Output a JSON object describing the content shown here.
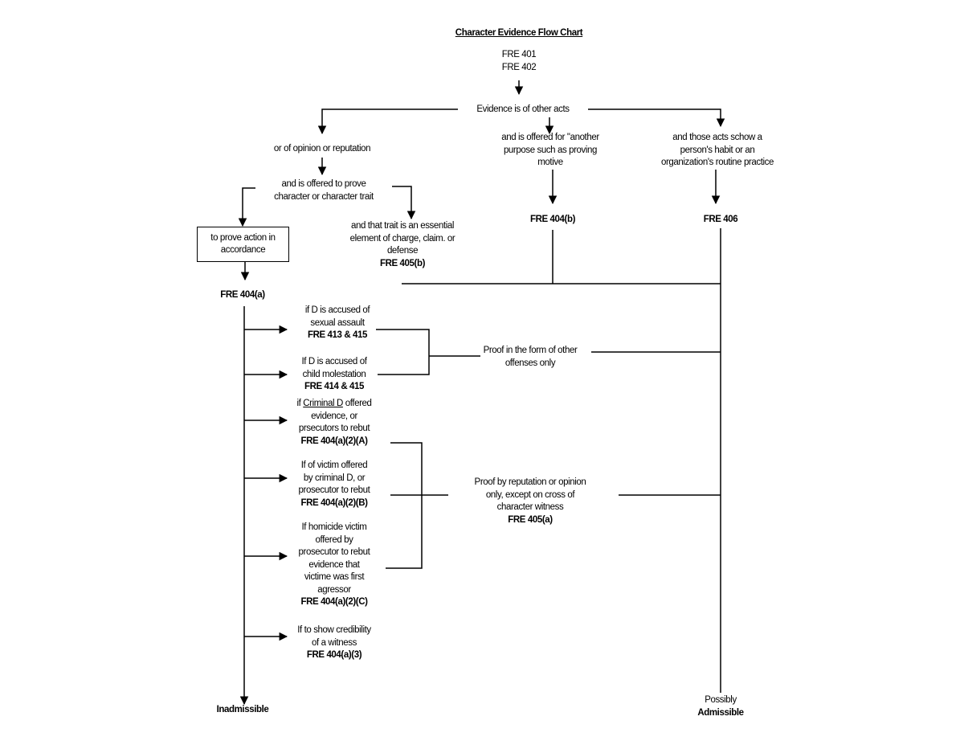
{
  "title": "Character Evidence Flow Chart",
  "start": {
    "line1": "FRE 401",
    "line2": "FRE 402"
  },
  "evidence_other_acts": "Evidence is of other acts",
  "left_branch": {
    "opinion": "or of opinion or reputation",
    "offered_prove": {
      "line1": "and is offered to prove",
      "line2": "character or character trait"
    },
    "prove_action_box": {
      "line1": "to prove action in",
      "line2": "accordance"
    },
    "essential_element": {
      "line1": "and that trait is an essential",
      "line2": "element of charge, claim. or",
      "line3": "defense",
      "rule": "FRE 405(b)"
    },
    "rule_404a": "FRE 404(a)"
  },
  "middle_branch": {
    "another_purpose": {
      "line1": "and is offered for \"another",
      "line2": "purpose such as proving",
      "line3": "motive"
    },
    "rule": "FRE 404(b)"
  },
  "right_branch": {
    "habit": {
      "line1": "and those acts schow a",
      "line2": "person's habit or an",
      "line3": "organization's routine practice"
    },
    "rule": "FRE 406"
  },
  "exceptions": [
    {
      "lines": [
        "if D is accused of",
        "sexual assault"
      ],
      "rule": "FRE 413 & 415"
    },
    {
      "lines": [
        "If D is accused of",
        "child molestation"
      ],
      "rule": "FRE 414 & 415"
    },
    {
      "prefix": "if ",
      "underlined": "Criminal D",
      "suffix": " offered",
      "lines": [
        "evidence, or",
        "prsecutors to rebut"
      ],
      "rule": "FRE 404(a)(2)(A)"
    },
    {
      "lines": [
        "If of victim offered",
        "by criminal D, or",
        "prosecutor to rebut"
      ],
      "rule": "FRE 404(a)(2)(B)"
    },
    {
      "lines": [
        "If homicide victim",
        "offered by",
        "prosecutor to rebut",
        "evidence that",
        "victime was first",
        "agressor"
      ],
      "rule": "FRE 404(a)(2)(C)"
    },
    {
      "lines": [
        "If to show credibility",
        "of a witness"
      ],
      "rule": "FRE 404(a)(3)"
    }
  ],
  "proof_other_offenses": {
    "line1": "Proof in the form of other",
    "line2": "offenses only"
  },
  "proof_reputation": {
    "line1": "Proof by reputation or opinion",
    "line2": "only, except on cross of",
    "line3": "character witness",
    "rule": "FRE 405(a)"
  },
  "outcomes": {
    "inadmissible": "Inadmissible",
    "possibly": "Possibly",
    "admissible": "Admissible"
  }
}
